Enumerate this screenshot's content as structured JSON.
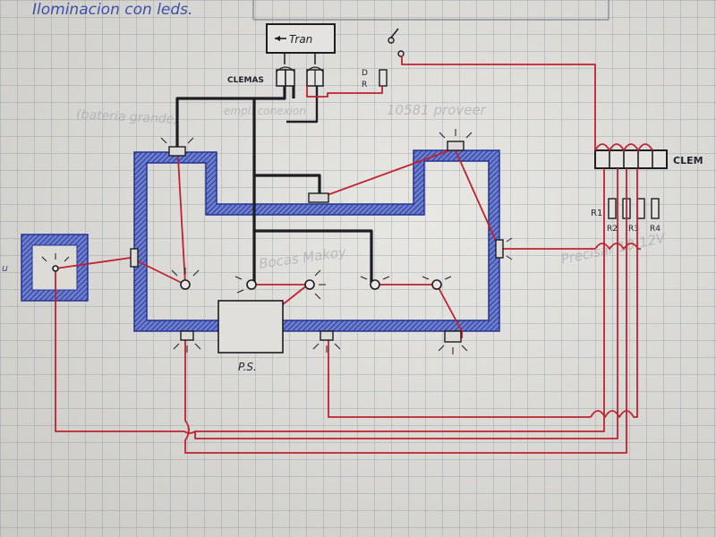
{
  "title": "Ilominacion con leds.",
  "components": {
    "transformer": "Tran",
    "clemas_left": "CLEMAS",
    "dr_top": "D",
    "dr_bottom": "R",
    "clemas_right": "CLEM",
    "r1": "R1",
    "r2": "R2",
    "r3": "R3",
    "r4": "R4",
    "ps": "P.S."
  },
  "faint_writing": [
    "10581 proveer",
    "empl. conexion",
    "(bateria grande)",
    "Bocas Makoy",
    "Precisar 10-12V"
  ],
  "colors": {
    "red_wire": "#c0222e",
    "black_wire": "#1d1d22",
    "blue_ink": "#3b4ea8",
    "paper": "#dcdbd6"
  }
}
